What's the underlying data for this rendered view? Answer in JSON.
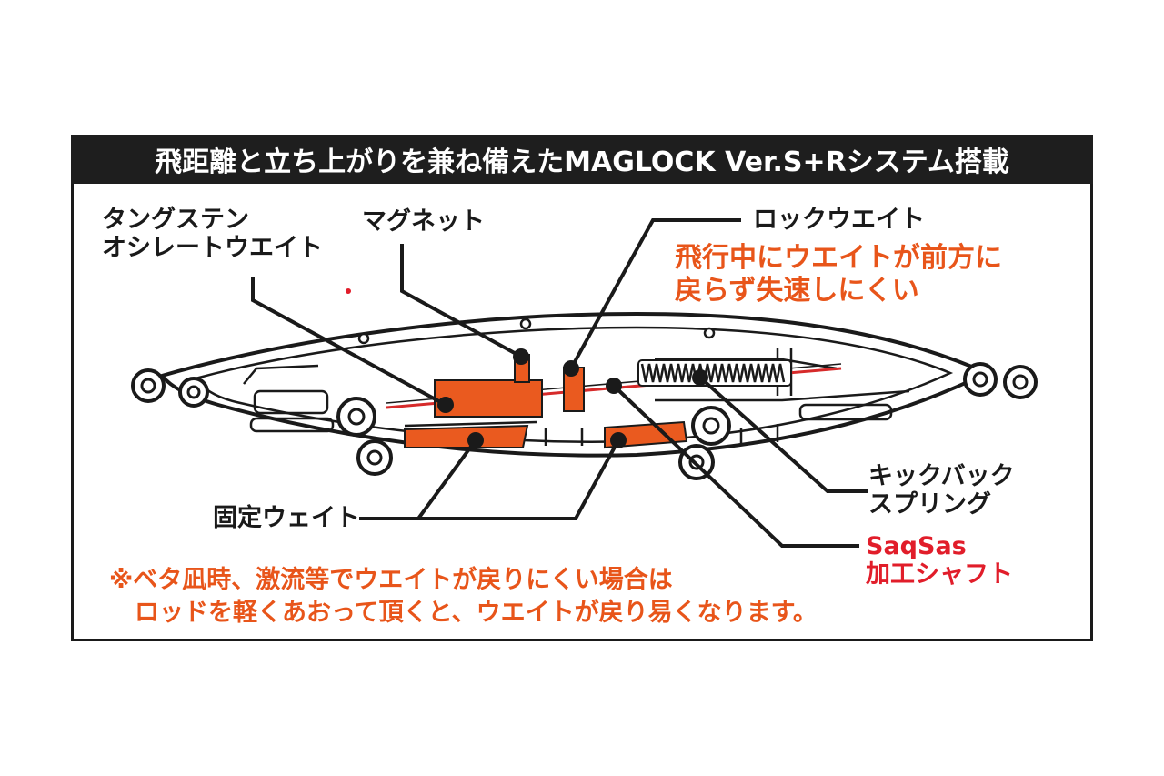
{
  "title": "飛距離と立ち上がりを兼ね備えたMAGLOCK Ver.S+Rシステム搭載",
  "labels": {
    "tungsten": [
      "タングステン",
      "オシレートウエイト"
    ],
    "magnet": "マグネット",
    "lock_weight": "ロックウエイト",
    "lock_weight_note": [
      "飛行中にウエイトが前方に",
      "戻らず失速しにくい"
    ],
    "fixed_weight": "固定ウェイト",
    "kickback": [
      "キックバック",
      "スプリング"
    ],
    "saqsas": [
      "SaqSas",
      "加工シャフト"
    ]
  },
  "note": [
    "※ベタ凪時、激流等でウエイトが戻りにくい場合は",
    "ロッドを軽くあおって頂くと、ウエイトが戻り易くなります。"
  ],
  "colors": {
    "title_bg": "#1e1e1e",
    "outline": "#1a1a1a",
    "weight_orange": "#ea5a1f",
    "accent_orange": "#e8551a",
    "accent_red": "#e11d2a",
    "shaft_red": "#d62a2a"
  }
}
